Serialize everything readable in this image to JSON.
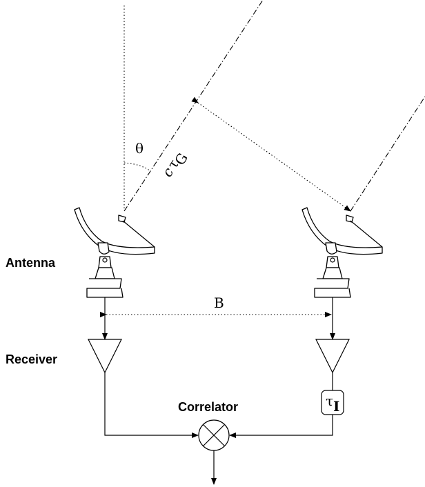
{
  "labels": {
    "antenna": "Antenna",
    "receiver": "Receiver",
    "correlator": "Correlator",
    "theta": "θ",
    "geometric_delay_c": "c",
    "geometric_delay_tau": "τ",
    "geometric_delay_sub": "G",
    "baseline": "B",
    "instrumental_delay_tau": "τ",
    "instrumental_delay_sub": "I"
  }
}
